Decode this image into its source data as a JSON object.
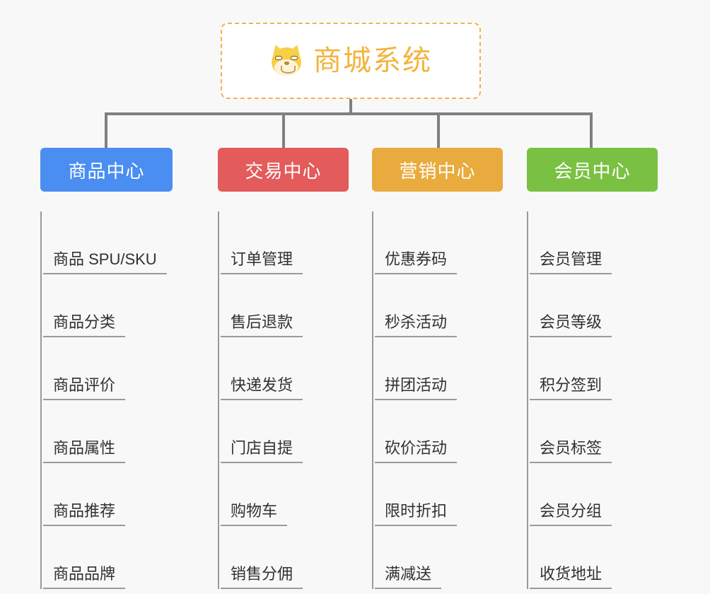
{
  "page": {
    "background": "#f8f8f8",
    "line_color": "#808080",
    "leaf_line_color": "#9a9a9a",
    "type": "mindmap"
  },
  "root": {
    "title": "商城系统",
    "icon": "shiba-dog-face-icon",
    "border_color": "#f0b450",
    "text_color": "#f2b43c",
    "background": "#ffffff"
  },
  "branches": [
    {
      "label": "商品中心",
      "color": "#4a8ef1",
      "items": [
        "商品 SPU/SKU",
        "商品分类",
        "商品评价",
        "商品属性",
        "商品推荐",
        "商品品牌"
      ]
    },
    {
      "label": "交易中心",
      "color": "#e35b5b",
      "items": [
        "订单管理",
        "售后退款",
        "快递发货",
        "门店自提",
        "购物车",
        "销售分佣"
      ]
    },
    {
      "label": "营销中心",
      "color": "#e9ab3d",
      "items": [
        "优惠券码",
        "秒杀活动",
        "拼团活动",
        "砍价活动",
        "限时折扣",
        "满减送"
      ]
    },
    {
      "label": "会员中心",
      "color": "#7ac143",
      "items": [
        "会员管理",
        "会员等级",
        "积分签到",
        "会员标签",
        "会员分组",
        "收货地址"
      ]
    }
  ]
}
